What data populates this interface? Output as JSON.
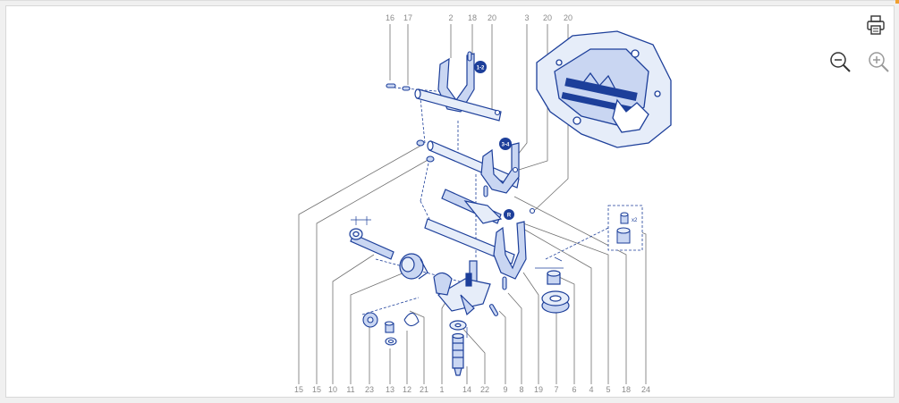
{
  "colors": {
    "line_art": "#1d3f9a",
    "light_fill": "#c9d6f2",
    "callout": "#707070",
    "number": "#8a8a8a"
  },
  "toolbar": {
    "print_icon": "printer-icon",
    "zoom_out_icon": "zoom-out-icon",
    "zoom_in_icon": "zoom-in-icon"
  },
  "callouts_top": [
    "16",
    "17",
    "2",
    "18",
    "20",
    "3",
    "20",
    "20"
  ],
  "callouts_bottom": [
    "15",
    "15",
    "10",
    "11",
    "23",
    "13",
    "12",
    "21",
    "1",
    "14",
    "22",
    "9",
    "8",
    "19",
    "7",
    "6",
    "4",
    "5",
    "18",
    "24"
  ],
  "gear_badges": [
    "1-2",
    "3-4",
    "R"
  ],
  "inset_qty": "x2"
}
